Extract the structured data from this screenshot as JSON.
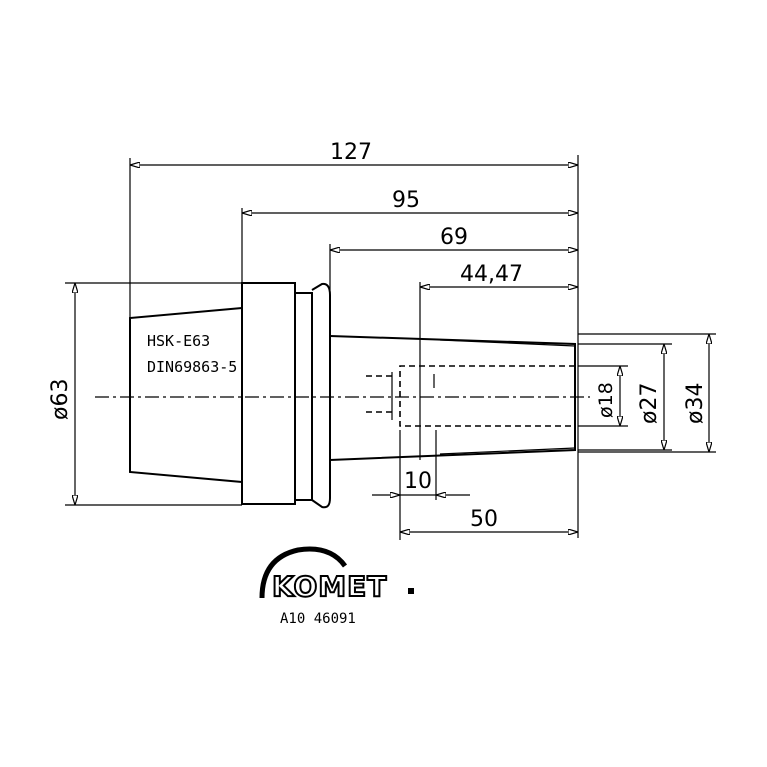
{
  "dimensions": {
    "overall_length": "127",
    "length_95": "95",
    "length_69": "69",
    "length_44": "44,47",
    "length_10": "10",
    "length_50": "50",
    "dia_63": "ø63",
    "dia_18": "ø18",
    "dia_27": "ø27",
    "dia_34": "ø34"
  },
  "labels": {
    "interface": "HSK-E63",
    "standard": "DIN69863-5"
  },
  "logo": {
    "brand": "KOMET"
  },
  "part_number": "A10 46091"
}
